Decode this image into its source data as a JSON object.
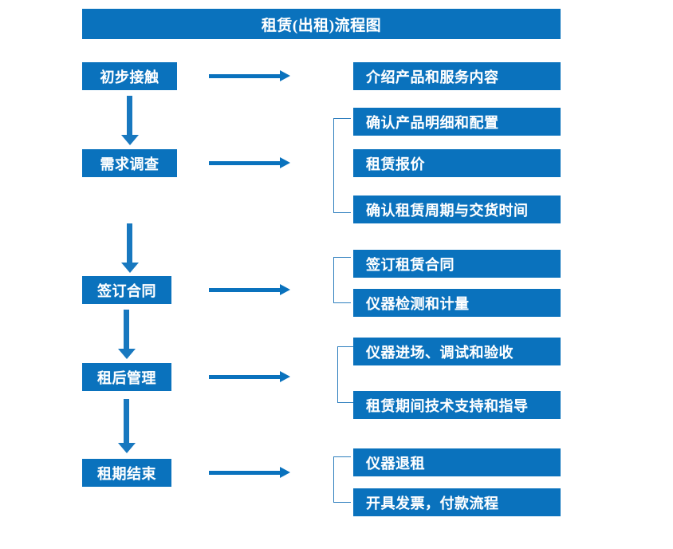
{
  "title": {
    "text": "租赁(出租)流程图"
  },
  "colors": {
    "accent": "#0a72bd",
    "arrow": "#1878bf",
    "bracket": "#2f7fbe",
    "box_text": "#ffffff",
    "background": "#ffffff"
  },
  "stages": [
    {
      "label": "初步接触"
    },
    {
      "label": "需求调查"
    },
    {
      "label": "签订合同"
    },
    {
      "label": "租后管理"
    },
    {
      "label": "租期结束"
    }
  ],
  "details": [
    {
      "label": "介绍产品和服务内容"
    },
    {
      "label": "确认产品明细和配置"
    },
    {
      "label": "租赁报价"
    },
    {
      "label": "确认租赁周期与交货时间"
    },
    {
      "label": "签订租赁合同"
    },
    {
      "label": "仪器检测和计量"
    },
    {
      "label": "仪器进场、调试和验收"
    },
    {
      "label": "租赁期间技术支持和指导"
    },
    {
      "label": "仪器退租"
    },
    {
      "label": "开具发票，付款流程"
    }
  ],
  "groups": [
    {
      "name": "需求调查-group",
      "items": [
        "确认产品明细和配置",
        "租赁报价",
        "确认租赁周期与交货时间"
      ]
    },
    {
      "name": "签订合同-group",
      "items": [
        "签订租赁合同",
        "仪器检测和计量"
      ]
    },
    {
      "name": "租后管理-group",
      "items": [
        "仪器进场、调试和验收",
        "租赁期间技术支持和指导"
      ]
    },
    {
      "name": "租期结束-group",
      "items": [
        "仪器退租",
        "开具发票，付款流程"
      ]
    }
  ],
  "connectors": {
    "horizontal_arrow_count": 5,
    "vertical_arrow_count": 4,
    "bracket_count": 4
  }
}
